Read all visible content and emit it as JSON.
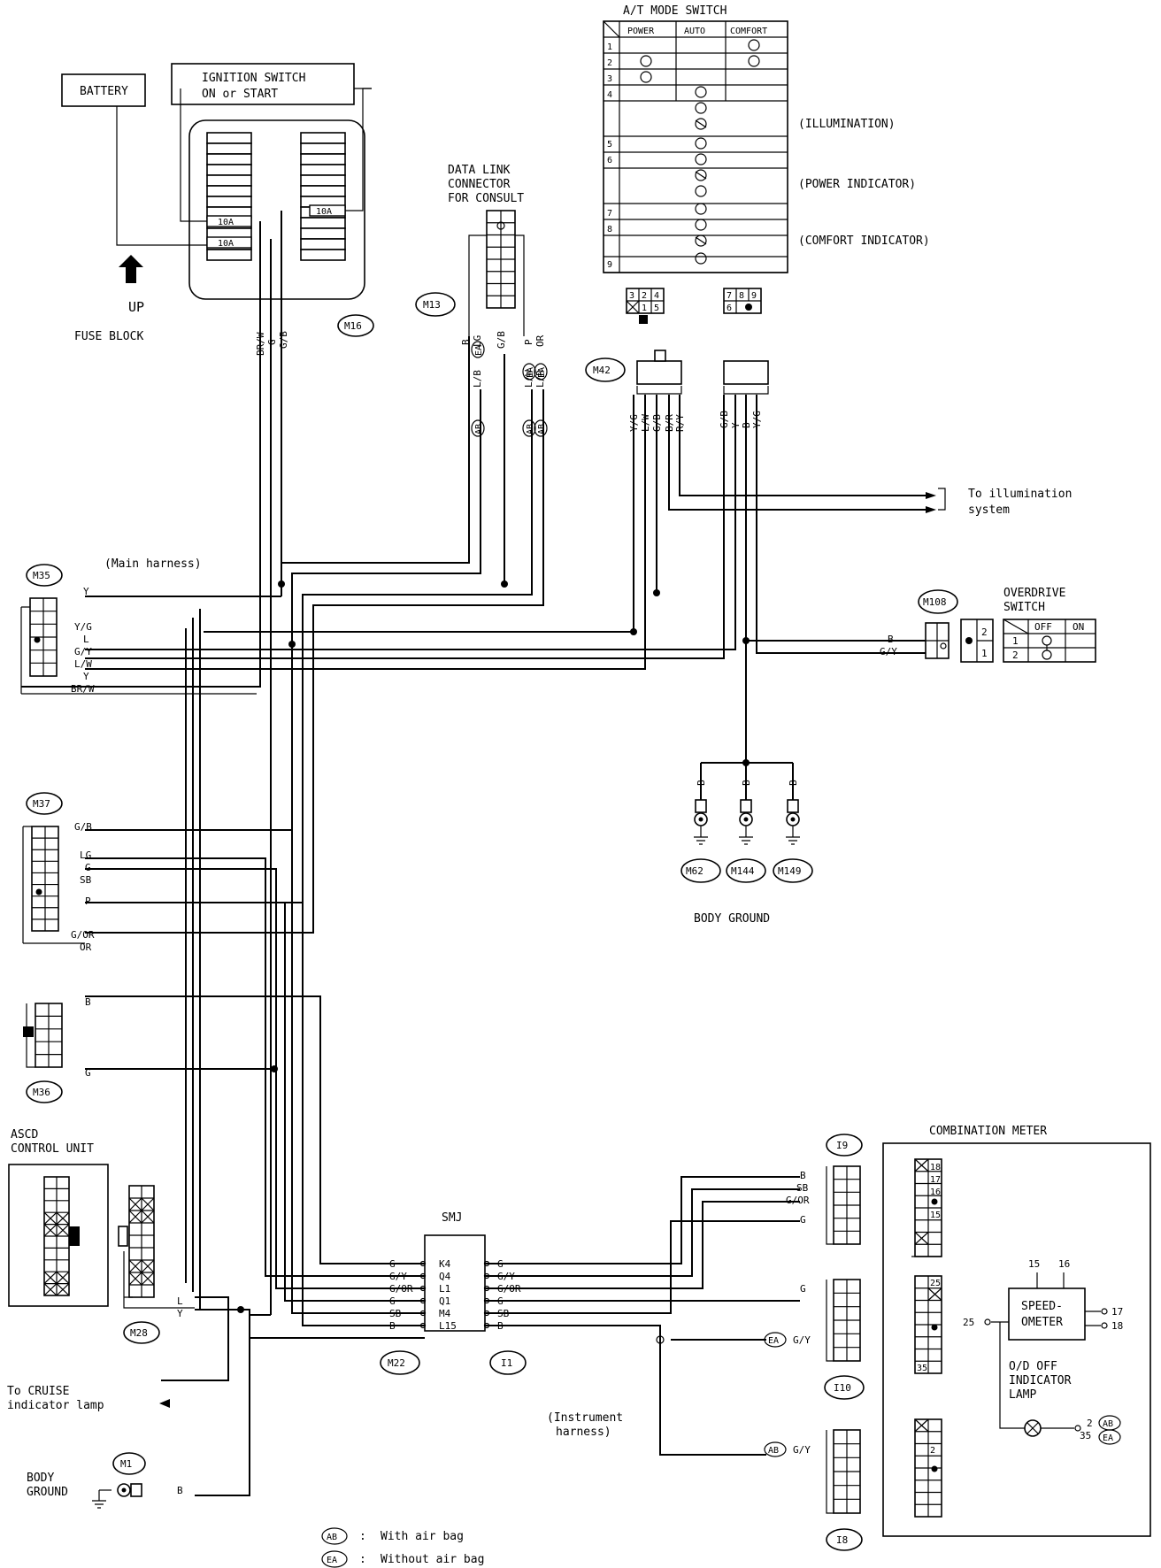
{
  "power": {
    "battery": "BATTERY",
    "ignition": [
      "IGNITION SWITCH",
      "ON or START"
    ],
    "fuse_a": "10A",
    "fuse_b": "10A",
    "fuse_c": "10A",
    "up": "UP",
    "fuse_block": "FUSE BLOCK",
    "m16": "M16",
    "wires": [
      "BR/W",
      "G",
      "G/B"
    ]
  },
  "dlc": {
    "title": [
      "DATA LINK",
      "CONNECTOR",
      "FOR CONSULT"
    ],
    "connector": "M13",
    "wires": [
      "B",
      "LG",
      "G/B",
      "P",
      "OR"
    ],
    "wires2": [
      "L/B",
      "L/W",
      "L/R"
    ],
    "ab": "AB",
    "ea": "EA"
  },
  "at_switch": {
    "title": "A/T MODE SWITCH",
    "columns": [
      "POWER",
      "AUTO",
      "COMFORT"
    ],
    "rows": [
      "1",
      "2",
      "3",
      "4",
      "5",
      "6",
      "7",
      "8",
      "9"
    ],
    "illumination": "(ILLUMINATION)",
    "power_indicator": "(POWER INDICATOR)",
    "comfort_indicator": "(COMFORT INDICATOR)",
    "pin_a": [
      "3",
      "2",
      "4",
      "1",
      "5"
    ],
    "pin_b": [
      "7",
      "8",
      "9",
      "6"
    ],
    "connector": "M42",
    "wires_left": [
      "Y/G",
      "L/W",
      "G/B",
      "B/R",
      "R/Y"
    ],
    "wires_right": [
      "G/B",
      "Y",
      "B",
      "Y/G"
    ],
    "illum_note": [
      "To illumination",
      "system"
    ]
  },
  "m35": {
    "connector": "M35",
    "harness": "(Main harness)",
    "wires": [
      "Y",
      "Y/G",
      "L",
      "G/Y",
      "L/W",
      "Y",
      "BR/W"
    ]
  },
  "m37": {
    "connector": "M37",
    "wires": [
      "G/B",
      "LG",
      "G",
      "SB",
      "P",
      "G/OR",
      "OR"
    ]
  },
  "m36": {
    "connector": "M36",
    "wires": [
      "B",
      "G"
    ]
  },
  "overdrive": {
    "connector": "M108",
    "title": [
      "OVERDRIVE",
      "SWITCH"
    ],
    "cols": [
      "OFF",
      "ON"
    ],
    "rows": [
      "1",
      "2"
    ],
    "wires": [
      "B",
      "G/Y"
    ],
    "pins": [
      "2",
      "1"
    ]
  },
  "ground": {
    "wires": [
      "B",
      "B",
      "B"
    ],
    "connectors": [
      "M62",
      "M144",
      "M149"
    ],
    "label": "BODY GROUND"
  },
  "ascd": {
    "title": [
      "ASCD",
      "CONTROL UNIT"
    ],
    "connector": "M28",
    "wires": [
      "L",
      "Y"
    ],
    "cruise": [
      "To CRUISE",
      "indicator lamp"
    ],
    "body_ground": [
      "BODY",
      "GROUND"
    ],
    "m1": "M1",
    "m1_wire": "B"
  },
  "smj": {
    "title": "SMJ",
    "pins": [
      "K4",
      "Q4",
      "L1",
      "Q1",
      "M4",
      "L15"
    ],
    "left_wires": [
      "G",
      "G/Y",
      "G/OR",
      "G",
      "SB",
      "B"
    ],
    "right_wires": [
      "G",
      "G/Y",
      "G/OR",
      "G",
      "SB",
      "B"
    ],
    "m22": "M22",
    "i1": "I1"
  },
  "instrument": {
    "harness": [
      "(Instrument",
      "harness)"
    ],
    "i9": "I9",
    "i9_wires": [
      "B",
      "SB",
      "G/OR",
      "G"
    ],
    "i10": "I10",
    "i10_wires": [
      "G",
      "G/Y"
    ],
    "i8": "I8",
    "i8_wire": "G/Y",
    "ea": "EA",
    "ab": "AB"
  },
  "combo": {
    "title": "COMBINATION METER",
    "speedometer": [
      "SPEED-",
      "OMETER"
    ],
    "pins_top": [
      "15",
      "16"
    ],
    "pin_left": "25",
    "pins_right": [
      "17",
      "18"
    ],
    "od_lamp": [
      "O/D OFF",
      "INDICATOR",
      "LAMP"
    ],
    "od_pins": [
      "2",
      "35"
    ],
    "conn_a": [
      "18",
      "17",
      "16",
      "15"
    ],
    "conn_b": [
      "25",
      "35"
    ],
    "conn_c": [
      "2"
    ],
    "ab": "AB",
    "ea": "EA"
  },
  "legend": {
    "ab": "AB",
    "ab_text": "With air bag",
    "ea": "EA",
    "ea_text": "Without air bag",
    "sep": ":"
  }
}
